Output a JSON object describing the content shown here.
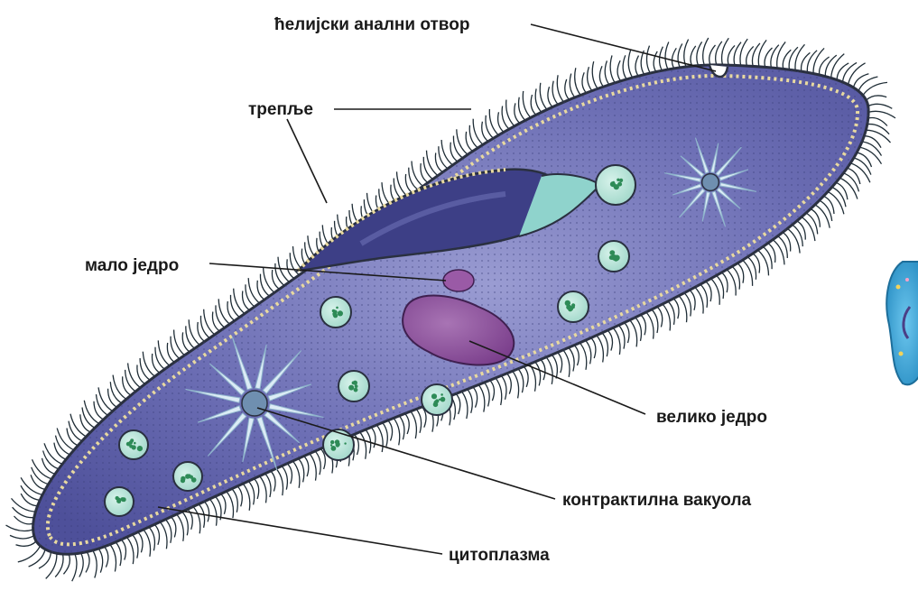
{
  "labels": {
    "anal_pore": "ћелијски анални отвор",
    "cilia": "трепље",
    "micronucleus": "мало једро",
    "macronucleus": "велико једро",
    "contractile_vacuole": "контрактилна вакуола",
    "cytoplasm": "цитоплазма"
  },
  "colors": {
    "cell_body": "#5f61a8",
    "cell_body_light": "#8e90c8",
    "outline": "#2a3040",
    "cilia": "#1f2d36",
    "pellicle_dots": "#e8d9a0",
    "food_vacuole": "#b7e3d8",
    "food_particles": "#2e8b57",
    "vacuole_star": "#dcecf6",
    "vacuole_center": "#6f8fb0",
    "macronucleus": "#8a4f98",
    "micronucleus": "#9a5aa6",
    "leader_line": "#1a1a1a",
    "second_organism": "#3aa6d8"
  }
}
